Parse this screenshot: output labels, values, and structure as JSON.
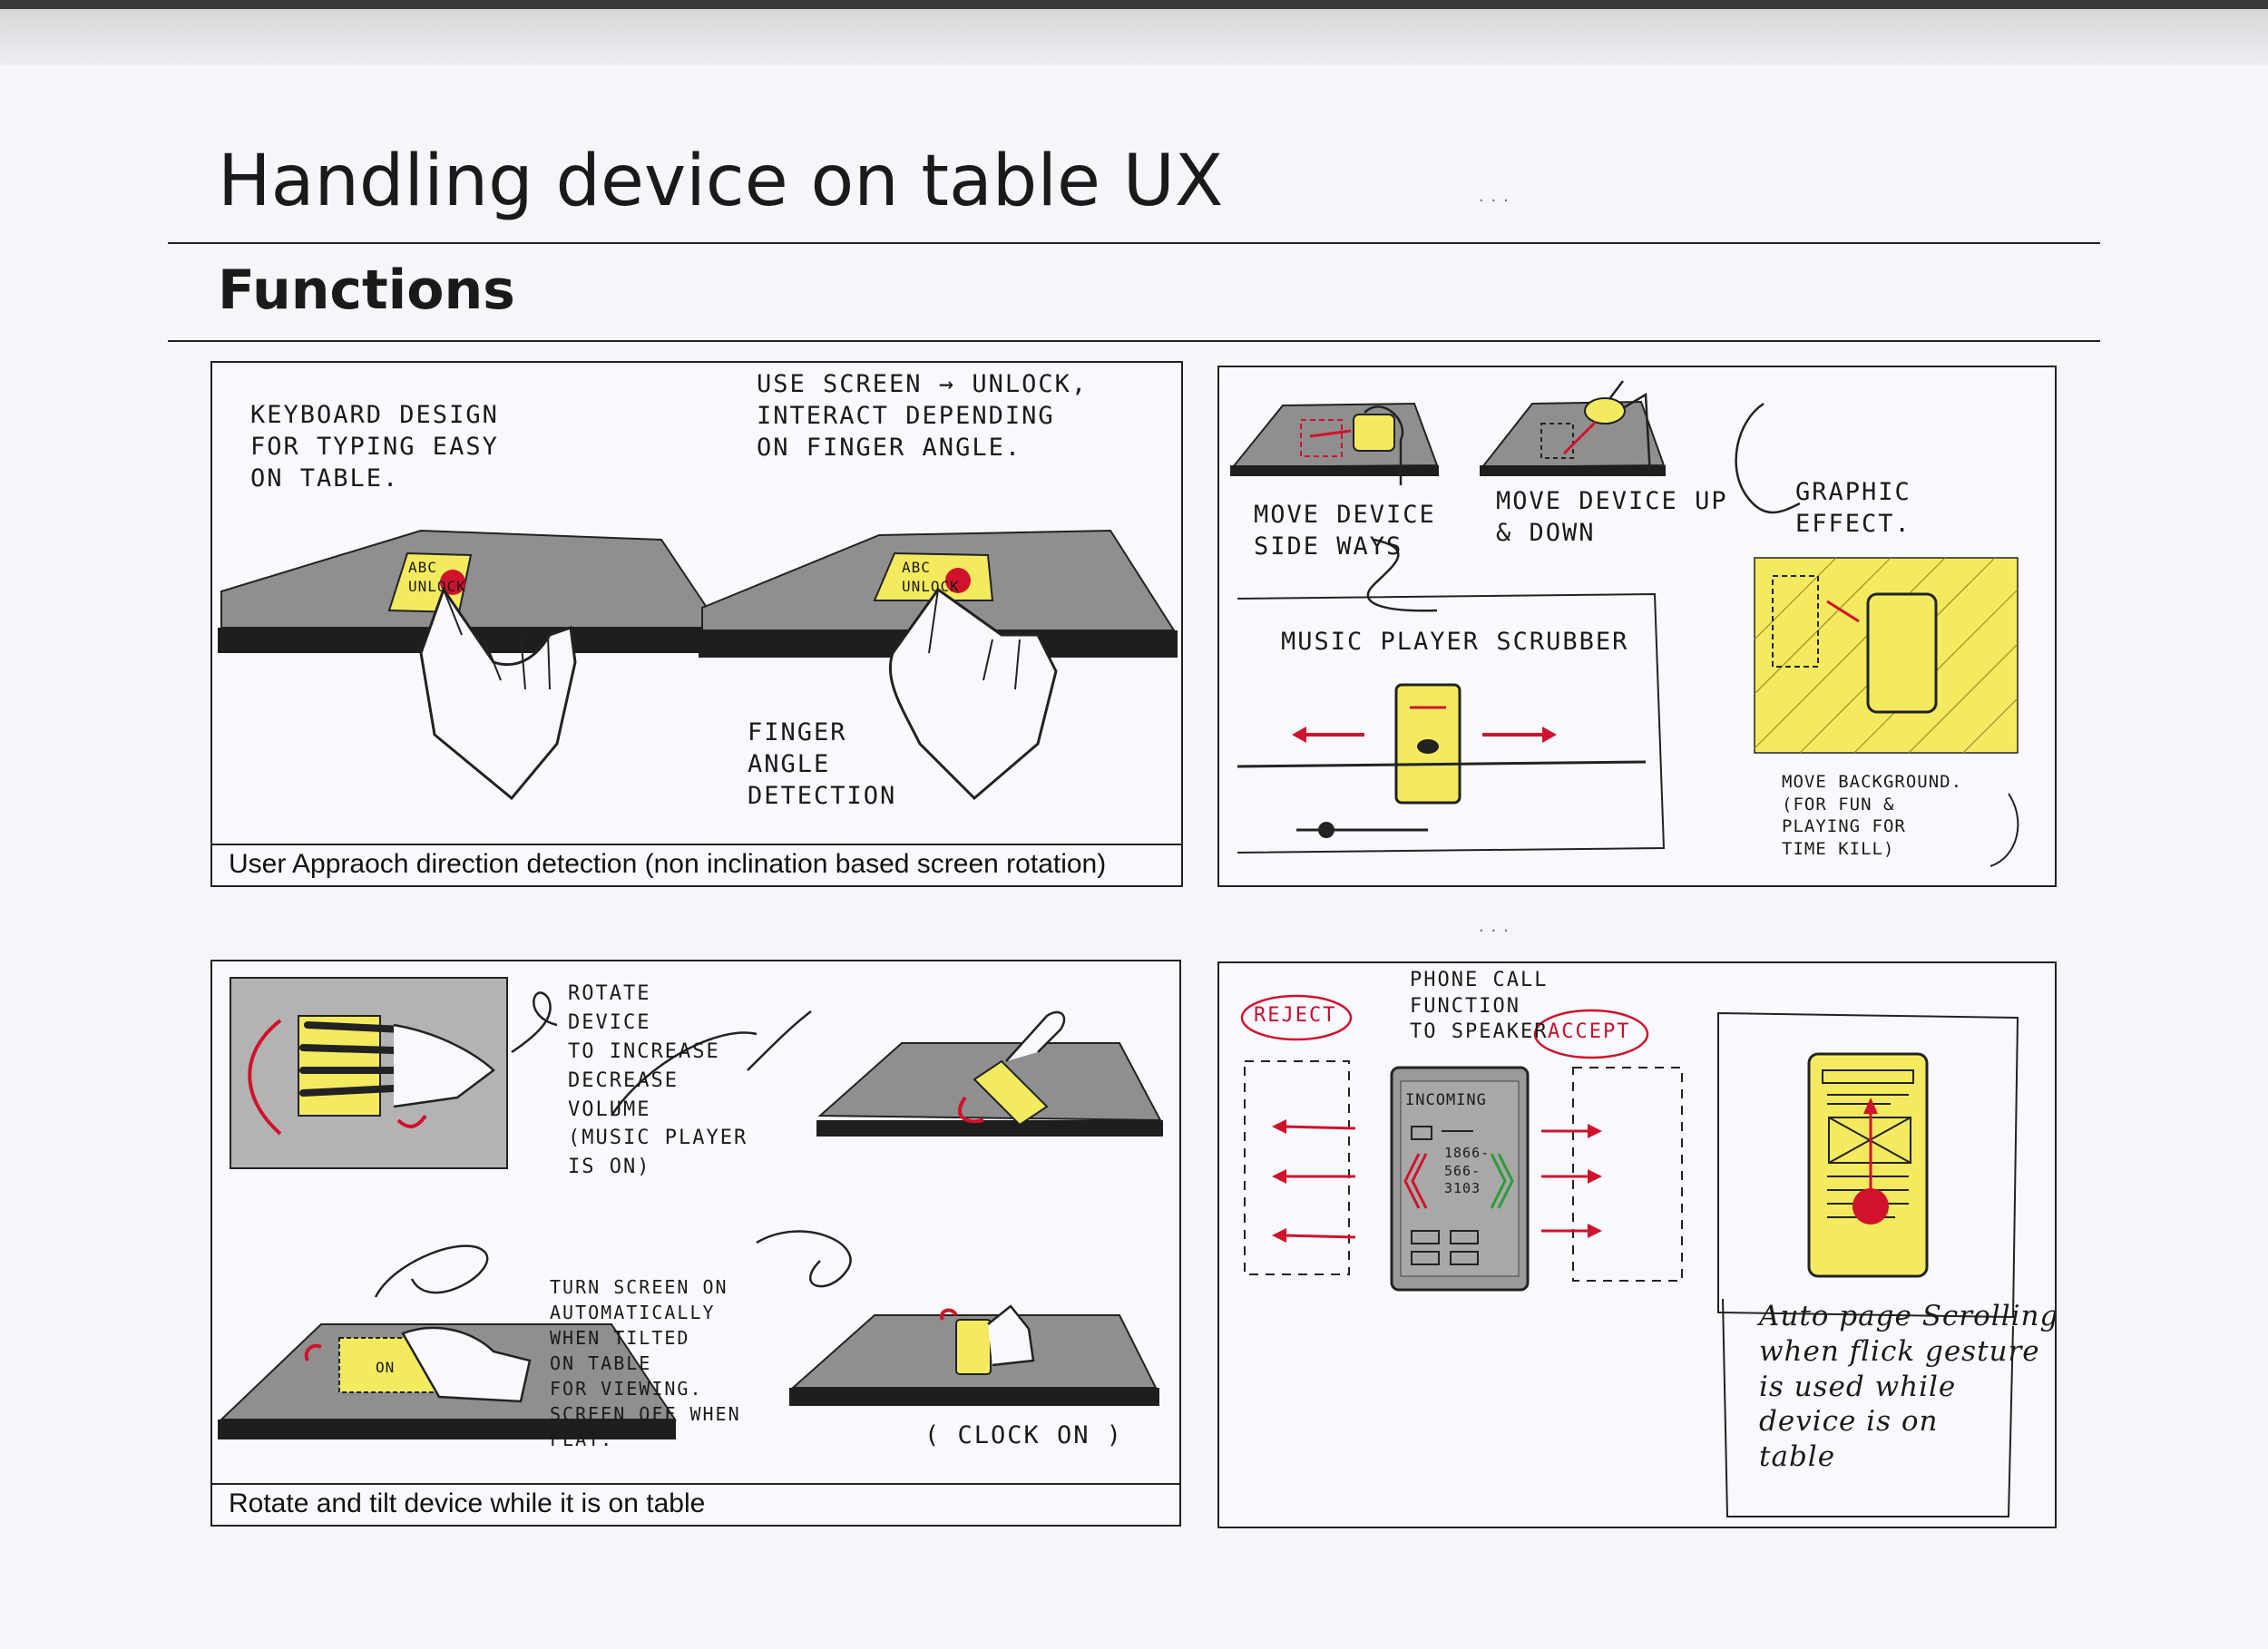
{
  "header": {
    "title": "Handling device on table UX",
    "subtitle": "Functions"
  },
  "panels": {
    "top_left": {
      "note_keyboard": "KEYBOARD DESIGN\nFOR TYPING EASY\nON TABLE.",
      "note_screen": "USE SCREEN → UNLOCK,\nINTERACT DEPENDING\nON FINGER ANGLE.",
      "note_finger": "FINGER\nANGLE\nDETECTION",
      "device_left_text": "ABC\nUNLOCK",
      "device_right_text": "ABC\nUNLOCK",
      "caption": "User Appraoch direction detection (non inclination based screen rotation)"
    },
    "top_right": {
      "note_sideways": "MOVE DEVICE\nSIDE WAYS",
      "note_updown": "MOVE DEVICE UP\n& DOWN",
      "note_graphic": "GRAPHIC\nEFFECT.",
      "note_scrubber": "MUSIC PLAYER SCRUBBER",
      "note_background": "MOVE BACKGROUND.\n(FOR FUN &\nPLAYING FOR\nTIME KILL)"
    },
    "bottom_left": {
      "note_rotate": "ROTATE\nDEVICE\nTO INCREASE\nDECREASE\nVOLUME\n(MUSIC PLAYER\nIS ON)",
      "note_turn": "TURN SCREEN ON\nAUTOMATICALLY\nWHEN TILTED\nON TABLE\nFOR VIEWING.\nSCREEN OFF WHEN\nFLAT.",
      "note_clock": "( CLOCK ON )",
      "device_on_text": "ON",
      "caption": "Rotate and tilt device while it is on table"
    },
    "bottom_right": {
      "note_phone": "PHONE CALL\nFUNCTION\nTO SPEAKER",
      "label_reject": "REJECT",
      "label_accept": "ACCEPT",
      "phone_incoming": "INCOMING",
      "phone_number": "1866-\n566-\n3103",
      "note_autoscroll": "Auto page Scrolling\nwhen flick gesture\nis used while\ndevice is on\ntable"
    }
  },
  "colors": {
    "table_gray": "#8f8f8f",
    "table_edge": "#1e1e1e",
    "device_yellow": "#f3ea5f",
    "accent_red": "#d0122c",
    "accent_green": "#2e9a3a"
  }
}
